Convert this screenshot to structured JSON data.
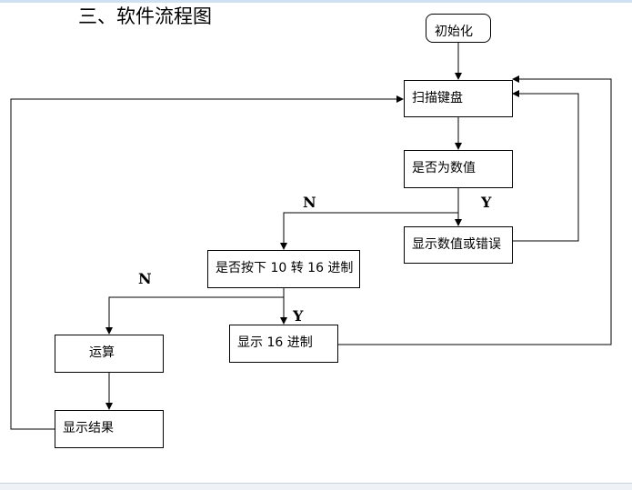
{
  "heading": "三、软件流程图",
  "nodes": {
    "init": "初始化",
    "scan_keyboard": "扫描键盘",
    "is_numeric": "是否为数值",
    "show_value_or_error": "显示数值或错误",
    "pressed_10_to_16": "是否按下 10 转 16 进制",
    "show_hex": "显示 16 进制",
    "compute": "运算",
    "show_result": "显示结果"
  },
  "branch_labels": {
    "numeric_no": "N",
    "numeric_yes": "Y",
    "convert_no": "N",
    "convert_yes": "Y"
  }
}
